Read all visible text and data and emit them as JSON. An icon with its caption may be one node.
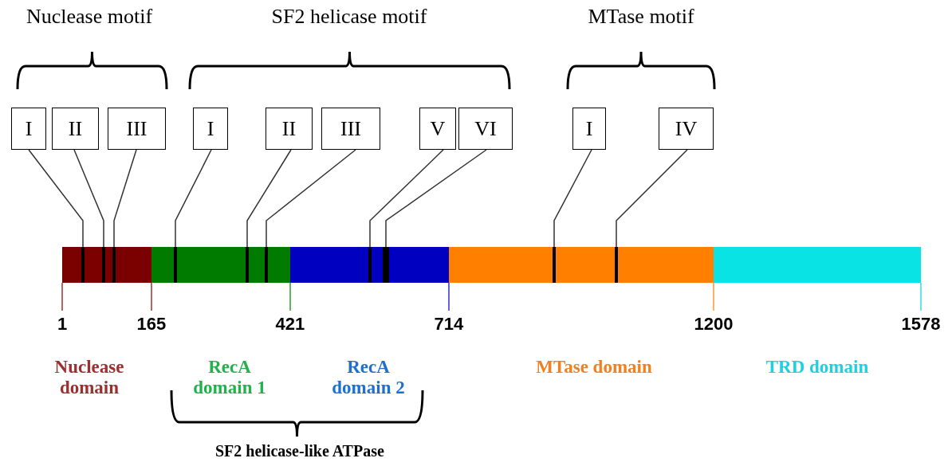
{
  "diagram": {
    "nodes": [
      {
        "text": [
          "I"
        ]
      },
      {
        "text": [
          "II"
        ]
      },
      {
        "text": [
          "III"
        ]
      },
      {
        "text": [
          "I"
        ]
      },
      {
        "text": [
          "II"
        ]
      },
      {
        "text": [
          "III"
        ]
      },
      {
        "text": [
          "V"
        ]
      },
      {
        "text": [
          "VI"
        ]
      },
      {
        "text": [
          "I"
        ]
      },
      {
        "text": [
          "IV"
        ]
      },
      {
        "text": [],
        "shape": "bar"
      },
      {
        "text": [],
        "shape": "bar"
      },
      {
        "text": [],
        "shape": "bar"
      },
      {
        "text": [],
        "shape": "bar"
      },
      {
        "text": [],
        "shape": "bar"
      },
      {
        "text": [],
        "shape": "bar"
      },
      {
        "text": [],
        "shape": "bar"
      },
      {
        "text": [],
        "shape": "bar"
      },
      {
        "text": [],
        "shape": "bar"
      },
      {
        "text": [],
        "shape": "bar"
      }
    ],
    "edges": [
      {
        "from": 0,
        "to": 10,
        "arrow": "none"
      },
      {
        "from": 1,
        "to": 11,
        "arrow": "none"
      },
      {
        "from": 2,
        "to": 12,
        "arrow": "none"
      },
      {
        "from": 3,
        "to": 13,
        "arrow": "none"
      },
      {
        "from": 4,
        "to": 14,
        "arrow": "none"
      },
      {
        "from": 5,
        "to": 15,
        "arrow": "none"
      },
      {
        "from": 6,
        "to": 16,
        "arrow": "none"
      },
      {
        "from": 7,
        "to": 17,
        "arrow": "none"
      },
      {
        "from": 8,
        "to": 18,
        "arrow": "none"
      },
      {
        "from": 9,
        "to": 19,
        "arrow": "none"
      }
    ],
    "labels": [
      "Nuclease motif",
      "SF2 helicase motif",
      "MTase motif",
      "1",
      "165",
      "421",
      "714",
      "1200",
      "1578",
      "Nuclease domain",
      "RecA domain 1",
      "RecA domain 2",
      "MTase domain",
      "TRD domain",
      "SF2 helicase-like ATPase"
    ]
  }
}
